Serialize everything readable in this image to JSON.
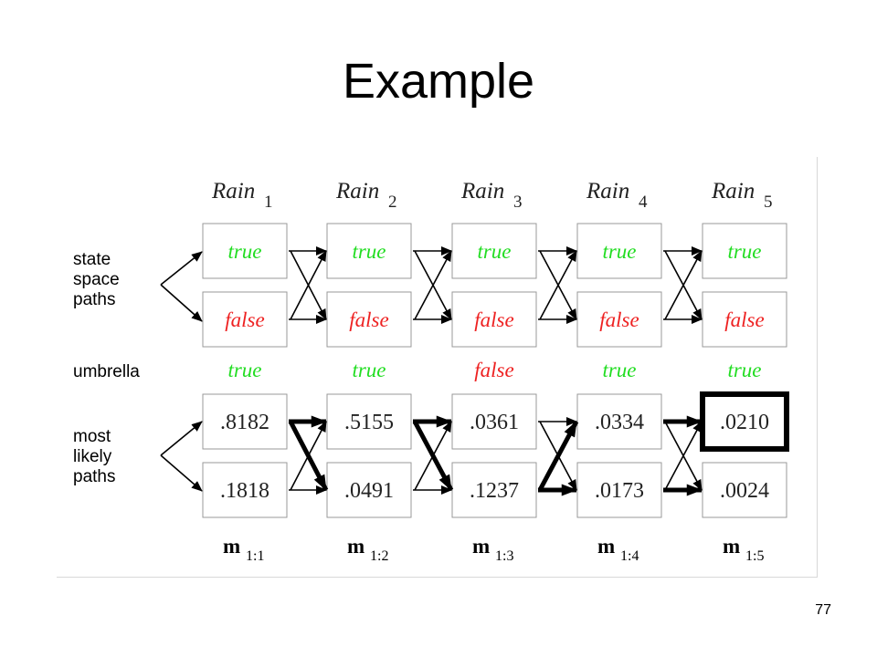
{
  "slide": {
    "title": "Example",
    "page_number": "77"
  },
  "diagram": {
    "columns": [
      {
        "rain_label": "Rain",
        "rain_subscript": "1",
        "m_label": "m",
        "m_subscript": "1:1"
      },
      {
        "rain_label": "Rain",
        "rain_subscript": "2",
        "m_label": "m",
        "m_subscript": "1:2"
      },
      {
        "rain_label": "Rain",
        "rain_subscript": "3",
        "m_label": "m",
        "m_subscript": "1:3"
      },
      {
        "rain_label": "Rain",
        "rain_subscript": "4",
        "m_label": "m",
        "m_subscript": "1:4"
      },
      {
        "rain_label": "Rain",
        "rain_subscript": "5",
        "m_label": "m",
        "m_subscript": "1:5"
      }
    ],
    "state_rows": {
      "true_label": "true",
      "false_label": "false"
    },
    "umbrella_row": {
      "label": "umbrella",
      "values": [
        "true",
        "true",
        "false",
        "true",
        "true"
      ]
    },
    "side_labels": {
      "state_space_paths": [
        "state",
        "space",
        "paths"
      ],
      "most_likely_paths": [
        "most",
        "likely",
        "paths"
      ]
    },
    "most_likely": {
      "true_row": [
        ".8182",
        ".5155",
        ".0361",
        ".0334",
        ".0210"
      ],
      "false_row": [
        ".1818",
        ".0491",
        ".1237",
        ".0173",
        ".0024"
      ],
      "highlighted": {
        "row": "true",
        "column": 5
      },
      "bold_transitions": [
        {
          "from_column": 1,
          "from": "true",
          "to": "true"
        },
        {
          "from_column": 1,
          "from": "true",
          "to": "false"
        },
        {
          "from_column": 2,
          "from": "true",
          "to": "true"
        },
        {
          "from_column": 2,
          "from": "true",
          "to": "false"
        },
        {
          "from_column": 3,
          "from": "false",
          "to": "true"
        },
        {
          "from_column": 3,
          "from": "false",
          "to": "false"
        },
        {
          "from_column": 4,
          "from": "true",
          "to": "true"
        },
        {
          "from_column": 4,
          "from": "false",
          "to": "false"
        }
      ]
    },
    "colors": {
      "true_text": "#22dd22",
      "false_text": "#ee2222",
      "box_border": "#999999",
      "highlight_border": "#000000",
      "arrow": "#000000"
    }
  }
}
